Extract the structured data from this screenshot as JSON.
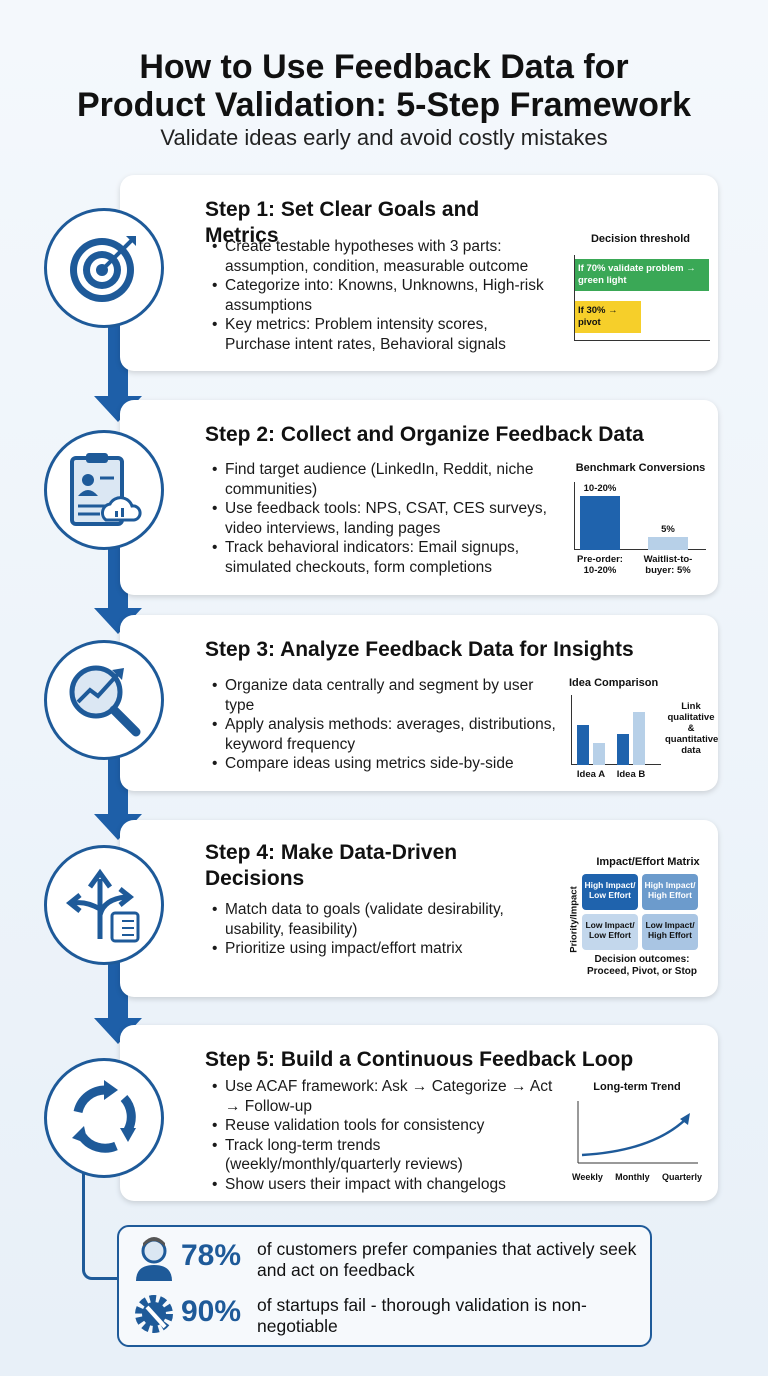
{
  "header": {
    "title_line1": "How to Use Feedback Data for",
    "title_line2": "Product Validation: 5-Step Framework",
    "subtitle": "Validate ideas early and avoid costly mistakes"
  },
  "steps": [
    {
      "title": "Step 1: Set Clear Goals and Metrics",
      "icon": "target-icon",
      "bullets": [
        "Create testable hypotheses with 3 parts: assumption, condition, measurable outcome",
        "Categorize into: Knowns, Unknowns, High-risk assumptions",
        "Key metrics: Problem intensity scores, Purchase intent rates, Behavioral signals"
      ],
      "chart": {
        "title": "Decision threshold",
        "green": "If 70% validate problem → green light",
        "yellow": "If 30% → pivot"
      }
    },
    {
      "title": "Step 2: Collect and Organize Feedback Data",
      "icon": "clipboard-cloud-icon",
      "bullets": [
        "Find target audience (LinkedIn, Reddit, niche communities)",
        "Use feedback tools: NPS, CSAT, CES surveys, video interviews, landing pages",
        "Track behavioral indicators: Email signups, simulated checkouts, form completions"
      ],
      "chart": {
        "title": "Benchmark Conversions",
        "bars": [
          {
            "label": "10-20%",
            "value": 20,
            "caption": "Pre-order: 10-20%"
          },
          {
            "label": "5%",
            "value": 5,
            "caption": "Waitlist-to-buyer: 5%"
          }
        ]
      }
    },
    {
      "title": "Step 3: Analyze Feedback Data for Insights",
      "icon": "magnifier-chart-icon",
      "bullets": [
        "Organize data centrally and segment by user type",
        "Apply analysis methods: averages, distributions, keyword frequency",
        "Compare ideas using metrics side-by-side"
      ],
      "chart": {
        "title": "Idea Comparison",
        "groups": [
          {
            "label": "Idea A",
            "values": [
              65,
              35
            ]
          },
          {
            "label": "Idea B",
            "values": [
              50,
              85
            ]
          }
        ],
        "annotation": "Link qualitative & quantitative data"
      }
    },
    {
      "title": "Step 4: Make Data-Driven Decisions",
      "icon": "decision-arrows-icon",
      "bullets": [
        "Match data to goals (validate desirability, usability, feasibility)",
        "Prioritize using impact/effort matrix"
      ],
      "chart": {
        "title": "Impact/Effort Matrix",
        "ylabel": "Priority/Impact",
        "cells": [
          "High Impact/ Low Effort",
          "High Impact/ High Effort",
          "Low Impact/ Low Effort",
          "Low Impact/ High Effort"
        ],
        "caption": "Decision outcomes: Proceed, Pivot, or Stop"
      }
    },
    {
      "title": "Step 5: Build a Continuous Feedback Loop",
      "icon": "cycle-arrows-icon",
      "bullets": [
        "Use ACAF framework: Ask → Categorize → Act → Follow-up",
        "Reuse validation tools for consistency",
        "Track long-term trends (weekly/monthly/quarterly reviews)",
        "Show users their impact with changelogs"
      ],
      "chart": {
        "title": "Long-term Trend",
        "ticks": [
          "Weekly",
          "Monthly",
          "Quarterly"
        ]
      }
    }
  ],
  "stats": [
    {
      "value": "78%",
      "text": "of customers prefer companies that actively seek and act on feedback",
      "icon": "person-icon"
    },
    {
      "value": "90%",
      "text": "of startups fail - thorough validation is non-negotiable",
      "icon": "gear-wrench-icon"
    }
  ],
  "colors": {
    "primary": "#1e5a99",
    "green": "#3aa856",
    "yellow": "#f6cf2a",
    "light": "#b7d0e8"
  }
}
